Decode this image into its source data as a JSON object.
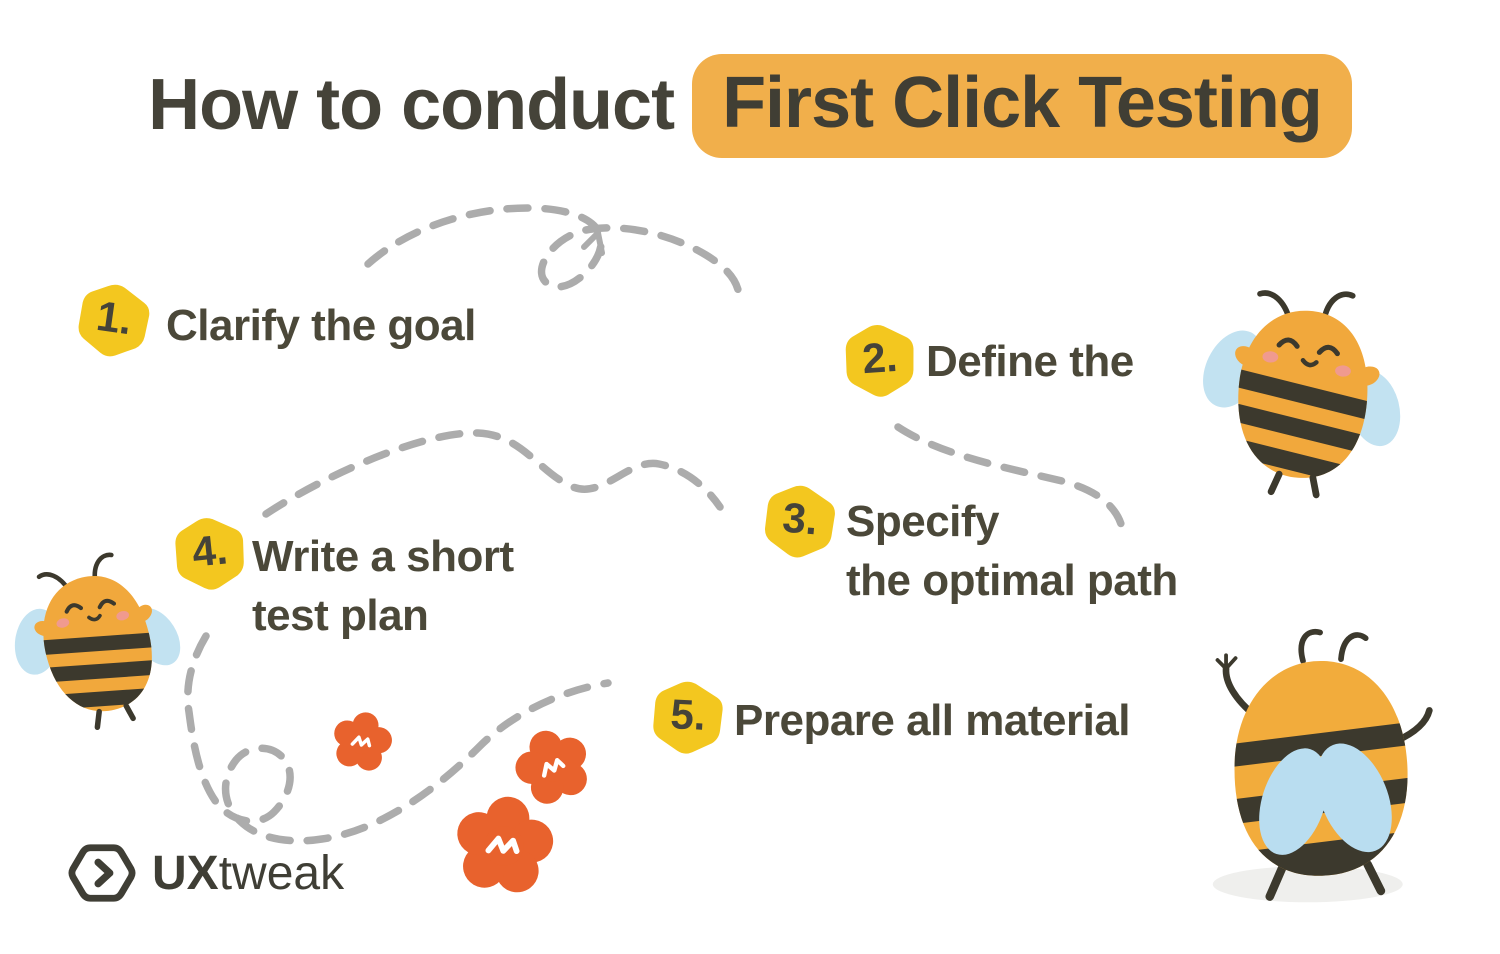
{
  "title": {
    "prefix": "How to conduct",
    "highlight": "First Click Testing"
  },
  "steps": [
    {
      "number": "1.",
      "line1": "Clarify the goal",
      "line2": ""
    },
    {
      "number": "2.",
      "line1": "Define the",
      "line2": ""
    },
    {
      "number": "3.",
      "line1": "Specify",
      "line2": "the optimal path"
    },
    {
      "number": "4.",
      "line1": "Write a short",
      "line2": "test plan"
    },
    {
      "number": "5.",
      "line1": "Prepare all material",
      "line2": ""
    }
  ],
  "logo": {
    "bold": "UX",
    "light": "tweak"
  },
  "colors": {
    "background": "#FFFFFF",
    "title_text": "#454339",
    "title_highlight_bg": "#F1AF4B",
    "step_blob_yellow": "#F3C71F",
    "step_text": "#4B4839",
    "dash_gray": "#ACACAC",
    "bee_body_orange": "#F1A83C",
    "bee_stripe_dark": "#3C392D",
    "wing_light_blue": "#C2E2F1",
    "cheek_pink": "#F09A8F",
    "flower_orange": "#E8622D",
    "shadow_gray": "#EFEFED"
  },
  "decorations": {
    "bees": [
      "bee-left",
      "bee-top-right",
      "bee-bottom-right"
    ],
    "flowers_count": 3,
    "flight_path": "dashed curved bee flight line connecting the steps"
  }
}
